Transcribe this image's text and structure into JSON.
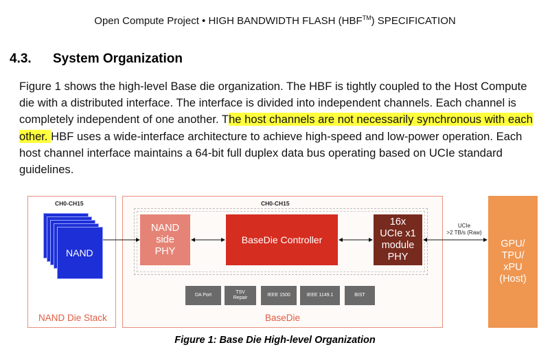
{
  "header": {
    "text": "Open Compute Project • HIGH BANDWIDTH FLASH (HBF",
    "tm": "TM",
    "suffix": ") SPECIFICATION"
  },
  "section": {
    "number": "4.3.",
    "title": "System Organization"
  },
  "paragraph": {
    "part1": "Figure 1 shows the high-level Base die organization. The HBF is tightly coupled to the Host Compute die with a distributed interface. The interface is divided into independent channels. Each channel is completely independent of one another. T",
    "highlight": "he host channels are not necessarily synchronous with each other. ",
    "part2": "HBF uses a wide-interface architecture to achieve high-speed and low-power operation. Each host channel interface maintains a 64-bit full duplex data bus operating based on UCIe standard guidelines."
  },
  "figure": {
    "stack_channels": "CH0-CH15",
    "base_channels": "CH0-CH15",
    "nand": "NAND",
    "nand_phy": [
      "NAND",
      "side",
      "PHY"
    ],
    "controller": "BaseDie Controller",
    "ucie_phy": [
      "16x",
      "UCIe x1",
      "module",
      "PHY"
    ],
    "ucie_link": [
      "UCIe",
      ">2 TB/s (Raw)"
    ],
    "host": [
      "GPU/",
      "TPU/",
      "xPU",
      "(Host)"
    ],
    "blocks": [
      "DA Port",
      "TSV Repair",
      "IEEE 1500",
      "IEEE 1149.1",
      "BIST"
    ],
    "stack_label": "NAND Die Stack",
    "base_label": "BaseDie",
    "colors": {
      "nand": "#1d2fd6",
      "nand_phy": "#e58476",
      "controller": "#d52d20",
      "ucie_phy": "#772a1e",
      "host": "#ef9650",
      "outline": "#e8907f",
      "highlight": "#ffff3c"
    }
  },
  "caption": "Figure 1: Base Die High-level Organization"
}
